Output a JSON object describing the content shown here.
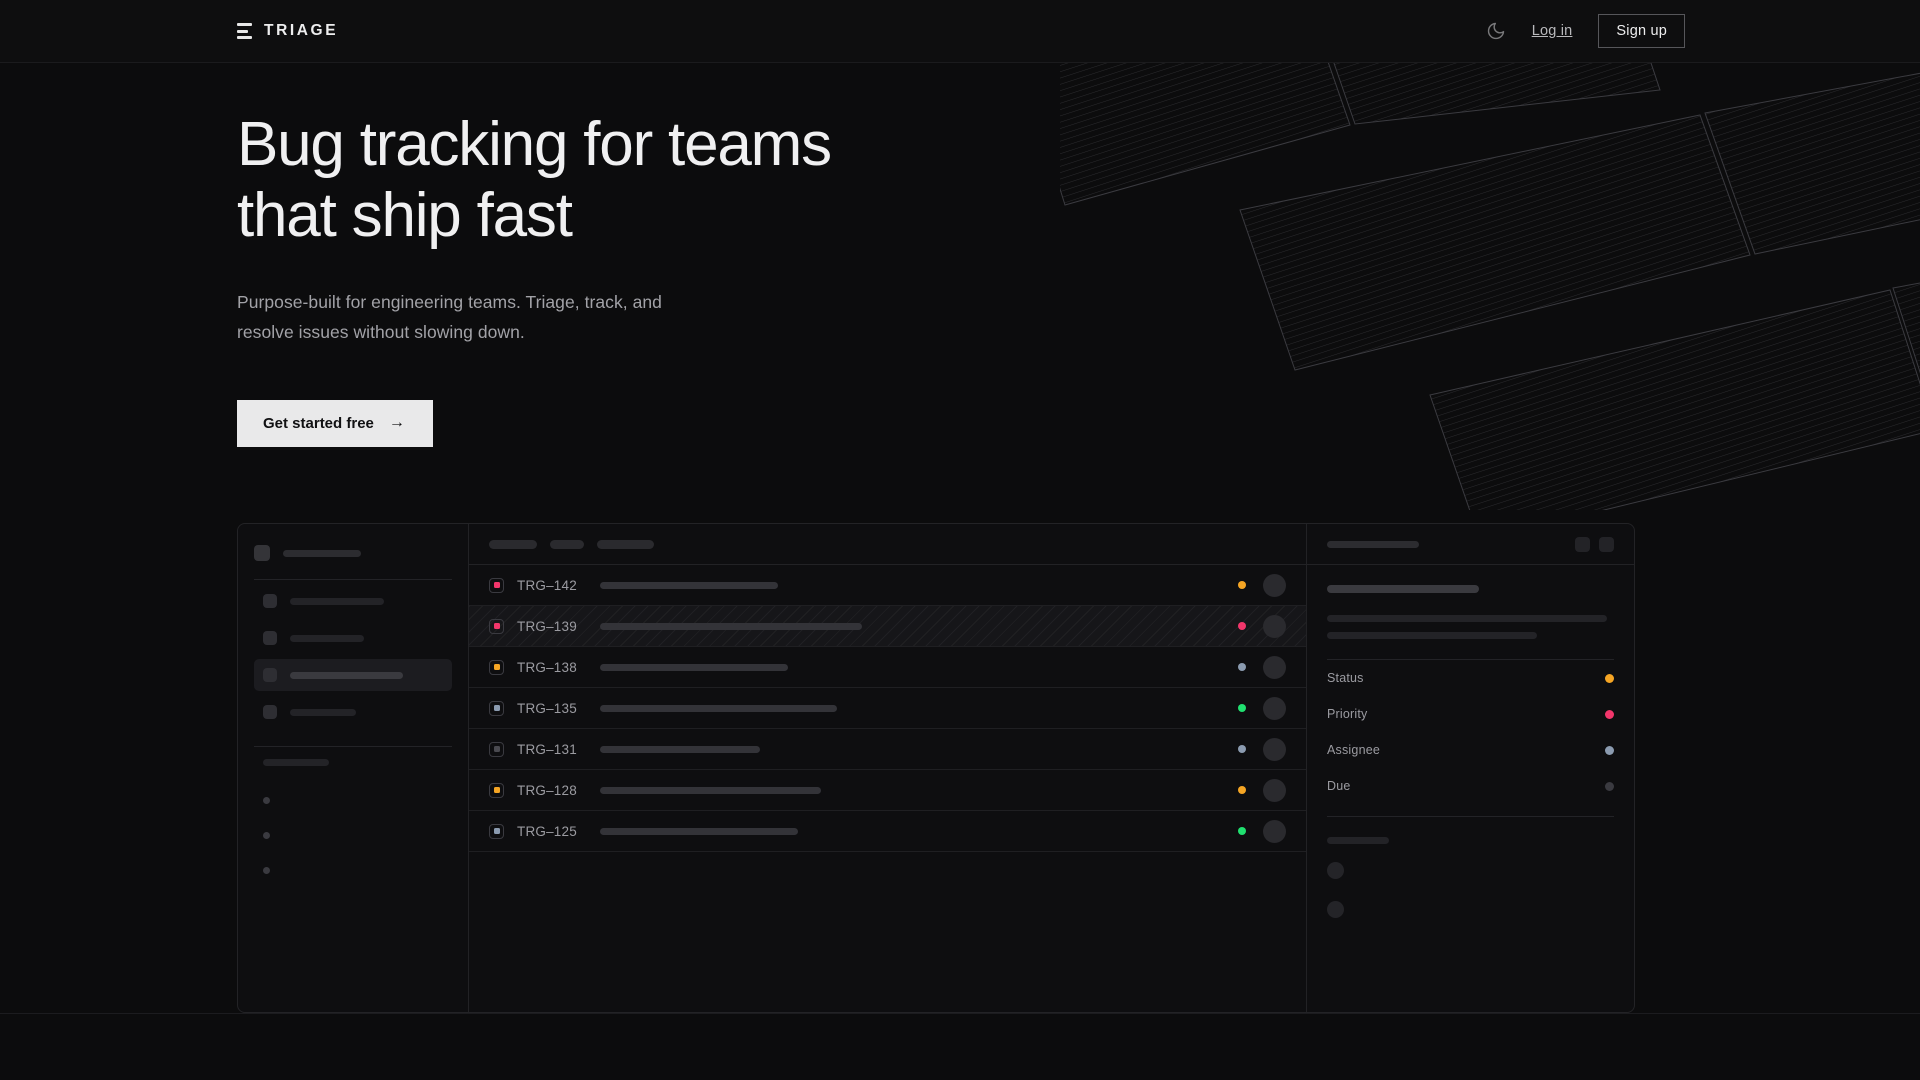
{
  "brand": {
    "name": "TRIAGE",
    "logo_icon": "stacked-bars-logo-icon"
  },
  "nav": {
    "theme_toggle_icon": "moon-icon",
    "login_label": "Log in",
    "signup_label": "Sign up"
  },
  "hero": {
    "heading_line1": "Bug tracking for teams",
    "heading_line2": "that ship fast",
    "subheading_line1": "Purpose-built for engineering teams. Triage, track, and",
    "subheading_line2": "resolve issues without slowing down.",
    "cta_label": "Get started free",
    "cta_arrow": "→"
  },
  "colors": {
    "page_bg": "#0c0c0d",
    "nav_bg": "#0e0e0f",
    "accent_light": "#e9e9ea",
    "status_orange": "#f5a524",
    "status_pink": "#f2366b",
    "status_green": "#20e070",
    "status_slate": "#8b9bb0",
    "status_muted": "#3a3a40"
  },
  "mockup": {
    "sidebar": {
      "header_bar_width": 78,
      "nav_items": [
        {
          "label_width": 94,
          "active": false
        },
        {
          "label_width": 74,
          "active": false
        },
        {
          "label_width": 113,
          "active": true
        },
        {
          "label_width": 66,
          "active": false
        }
      ],
      "section_label_width": 66,
      "sub_dots": 3
    },
    "toolbar": {
      "chips": [
        48,
        34,
        57
      ]
    },
    "issues": [
      {
        "id": "TRG–142",
        "icon_color": "#f2366b",
        "title_width": 178,
        "status_color": "#f5a524",
        "highlighted": false
      },
      {
        "id": "TRG–139",
        "icon_color": "#f2366b",
        "title_width": 262,
        "status_color": "#f2366b",
        "highlighted": true
      },
      {
        "id": "TRG–138",
        "icon_color": "#f5a524",
        "title_width": 188,
        "status_color": "#8b9bb0",
        "highlighted": false
      },
      {
        "id": "TRG–135",
        "icon_color": "#8b9bb0",
        "title_width": 237,
        "status_color": "#20e070",
        "highlighted": false
      },
      {
        "id": "TRG–131",
        "icon_color": "#4a4a50",
        "title_width": 160,
        "status_color": "#8b9bb0",
        "highlighted": false
      },
      {
        "id": "TRG–128",
        "icon_color": "#f5a524",
        "title_width": 221,
        "status_color": "#f5a524",
        "highlighted": false
      },
      {
        "id": "TRG–125",
        "icon_color": "#8b9bb0",
        "title_width": 198,
        "status_color": "#20e070",
        "highlighted": false
      }
    ],
    "panel": {
      "title_bar_width": 92,
      "action_buttons": 2,
      "summary_bar_width": 152,
      "body_bars": [
        280,
        210
      ],
      "meta": [
        {
          "label": "Status",
          "color": "#f5a524"
        },
        {
          "label": "Priority",
          "color": "#f2366b"
        },
        {
          "label": "Assignee",
          "color": "#8b9bb0"
        },
        {
          "label": "Due",
          "color": "#3a3a40"
        }
      ],
      "footer_bar_width": 62,
      "comment_avatars": 2
    }
  }
}
